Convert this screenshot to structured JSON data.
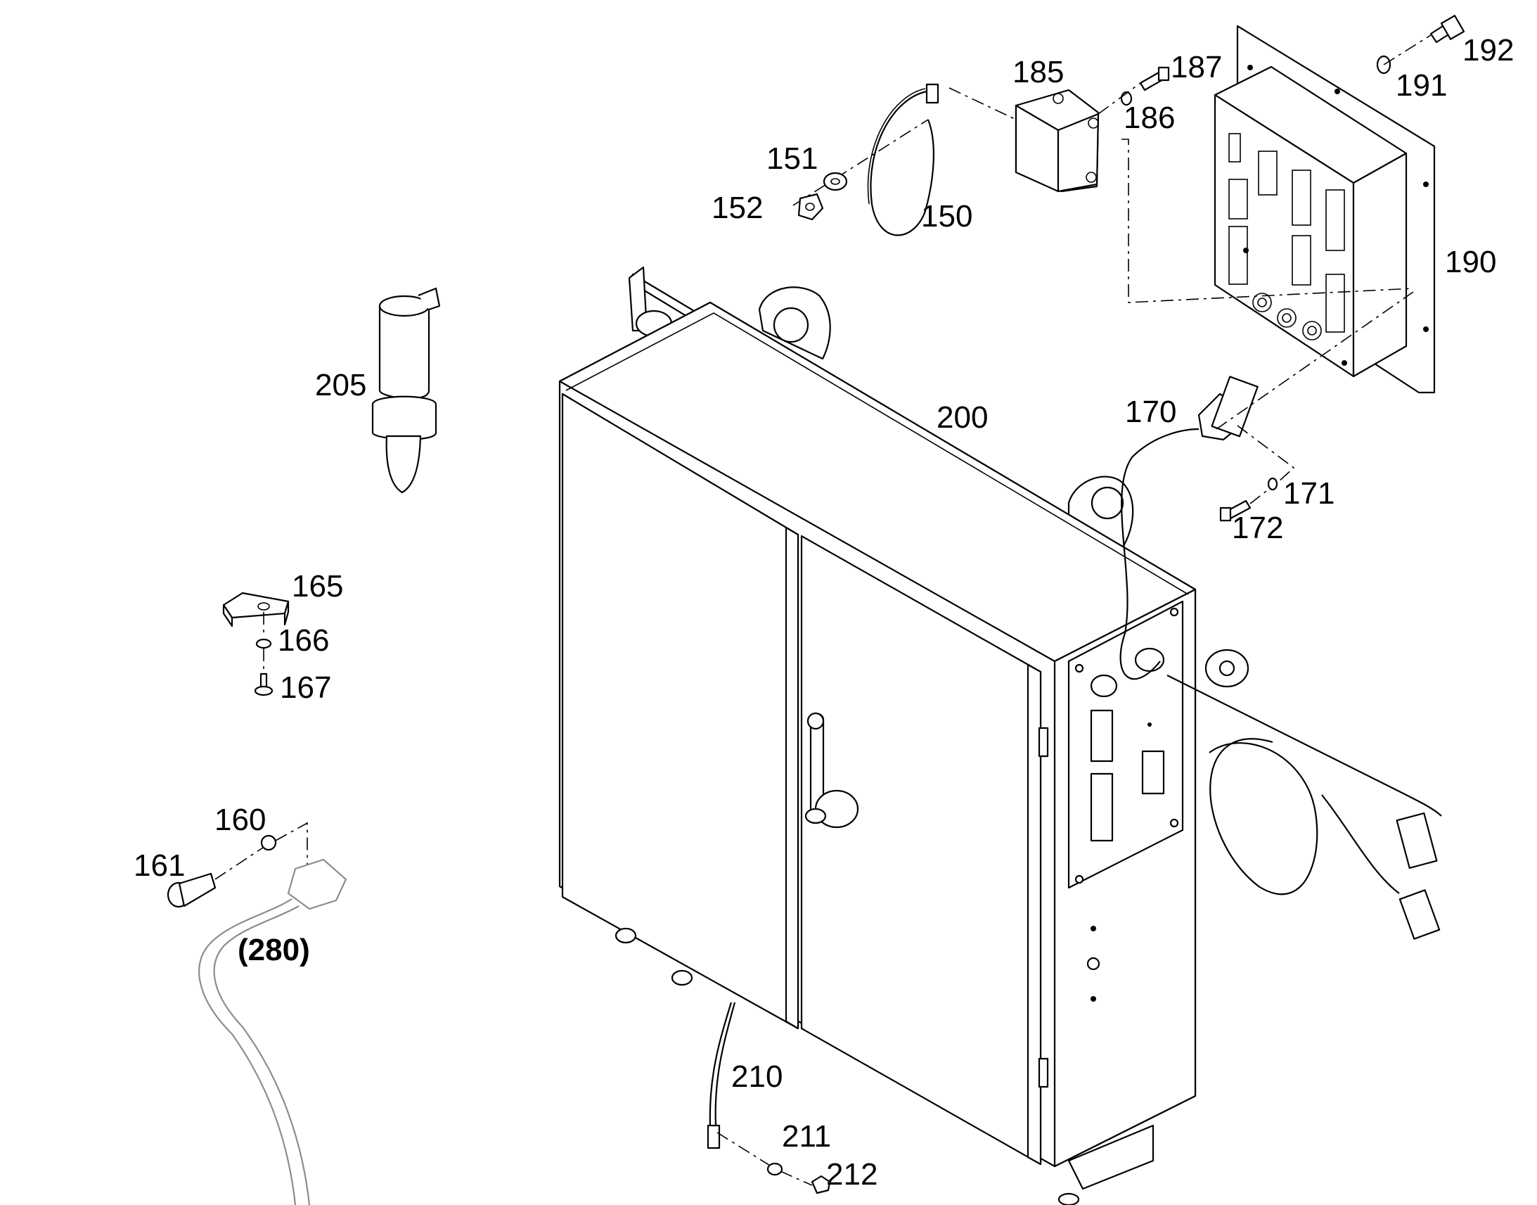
{
  "diagram": {
    "callouts": [
      {
        "id": "150",
        "text": "150"
      },
      {
        "id": "151",
        "text": "151"
      },
      {
        "id": "152",
        "text": "152"
      },
      {
        "id": "160",
        "text": "160"
      },
      {
        "id": "161",
        "text": "161"
      },
      {
        "id": "165",
        "text": "165"
      },
      {
        "id": "166",
        "text": "166"
      },
      {
        "id": "167",
        "text": "167"
      },
      {
        "id": "170",
        "text": "170"
      },
      {
        "id": "171",
        "text": "171"
      },
      {
        "id": "172",
        "text": "172"
      },
      {
        "id": "185",
        "text": "185"
      },
      {
        "id": "186",
        "text": "186"
      },
      {
        "id": "187",
        "text": "187"
      },
      {
        "id": "190",
        "text": "190"
      },
      {
        "id": "191",
        "text": "191"
      },
      {
        "id": "192",
        "text": "192"
      },
      {
        "id": "200",
        "text": "200"
      },
      {
        "id": "205",
        "text": "205"
      },
      {
        "id": "210",
        "text": "210"
      },
      {
        "id": "211",
        "text": "211"
      },
      {
        "id": "212",
        "text": "212"
      },
      {
        "id": "280",
        "text": "(280)"
      }
    ]
  }
}
